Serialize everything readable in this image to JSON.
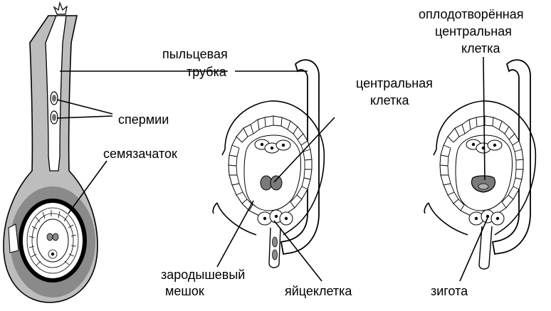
{
  "labels": {
    "pollen_tube_1": "пыльцевая",
    "pollen_tube_2": "трубка",
    "sperm": "спермии",
    "ovule": "семязачаток",
    "central_cell_1": "центральная",
    "central_cell_2": "клетка",
    "embryo_sac_1": "зародышевый",
    "embryo_sac_2": "мешок",
    "egg_cell": "яйцеклетка",
    "fertilized_1": "оплодотворённая",
    "fertilized_2": "центральная",
    "fertilized_3": "клетка",
    "zygote": "зигота"
  },
  "colors": {
    "light_gray": "#bdbdbd",
    "mid_gray": "#8a8a8a",
    "dark_gray": "#6e6e6e",
    "outline": "#000000",
    "background": "#ffffff"
  }
}
